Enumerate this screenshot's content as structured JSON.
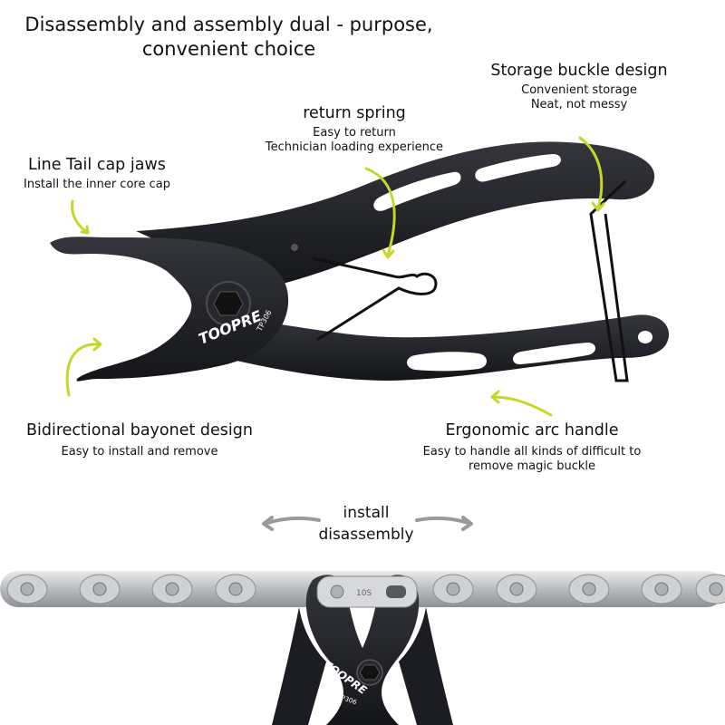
{
  "headline": {
    "line1": "Disassembly and assembly dual - purpose,",
    "line2": "convenient choice"
  },
  "callouts": {
    "storage": {
      "title": "Storage buckle design",
      "sub1": "Convenient storage",
      "sub2": "Neat, not messy"
    },
    "spring": {
      "title": "return spring",
      "sub1": "Easy to return",
      "sub2": "Technician loading experience"
    },
    "jaws": {
      "title": "Line Tail cap jaws",
      "sub1": "Install the inner core cap"
    },
    "bayonet": {
      "title": "Bidirectional bayonet design",
      "sub1": "Easy to install and remove"
    },
    "handle": {
      "title": "Ergonomic arc handle",
      "sub1": "Easy to handle all kinds of difficult to",
      "sub2": "remove magic buckle"
    }
  },
  "motion": {
    "install": "install",
    "disassembly": "disassembly"
  },
  "tool": {
    "brand": "TOOPRE",
    "model": "TP306"
  },
  "chain": {
    "link_mark": "10S"
  },
  "colors": {
    "tool": "#1c1d22",
    "accent": "#c6d62a",
    "chain": "#c4c6c8",
    "text": "#111111",
    "arrow_gray": "#9a9a9a"
  }
}
